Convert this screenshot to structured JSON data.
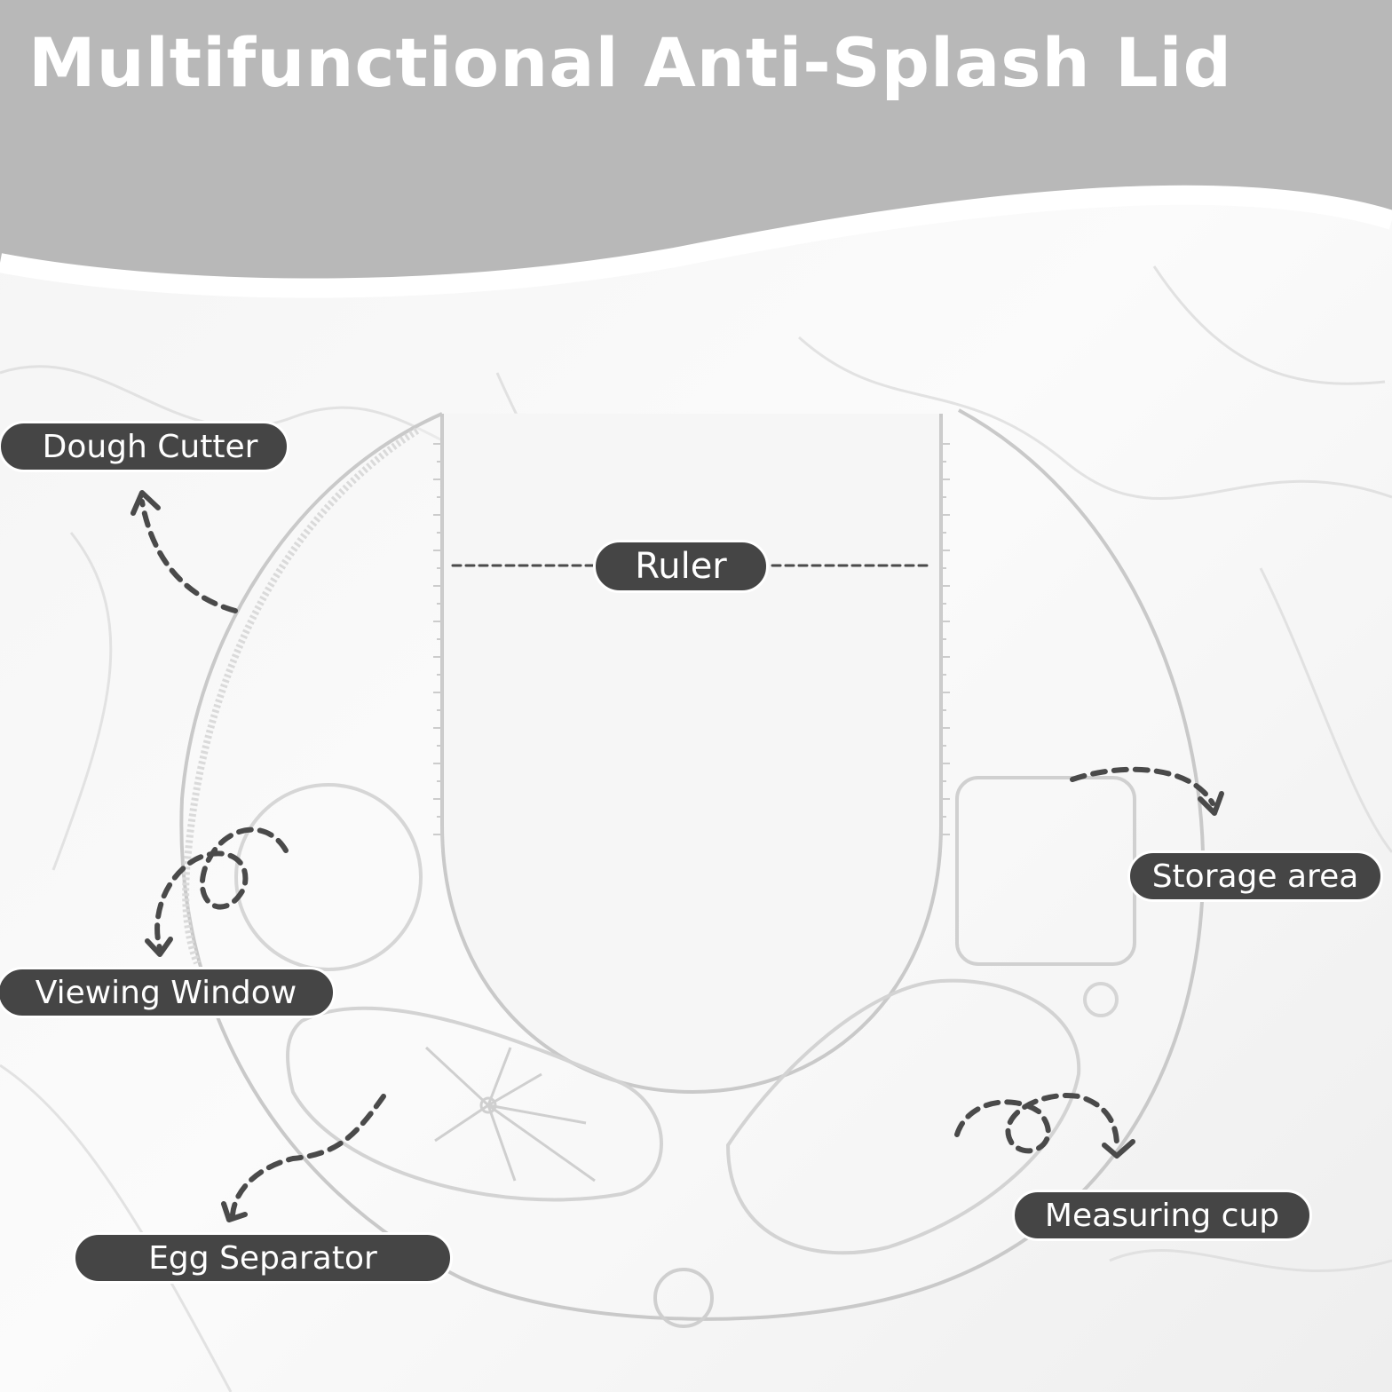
{
  "title": "Multifunctional Anti-Splash Lid",
  "colors": {
    "header": "#b8b8b8",
    "label_background": "#454545",
    "label_text": "#ffffff",
    "arrow": "#4a4a4a"
  },
  "labels": {
    "dough_cutter": "Dough Cutter",
    "ruler": "Ruler",
    "storage_area": "Storage area",
    "viewing_window": "Viewing Window",
    "egg_separator": "Egg Separator",
    "measuring_cup": "Measuring cup"
  }
}
